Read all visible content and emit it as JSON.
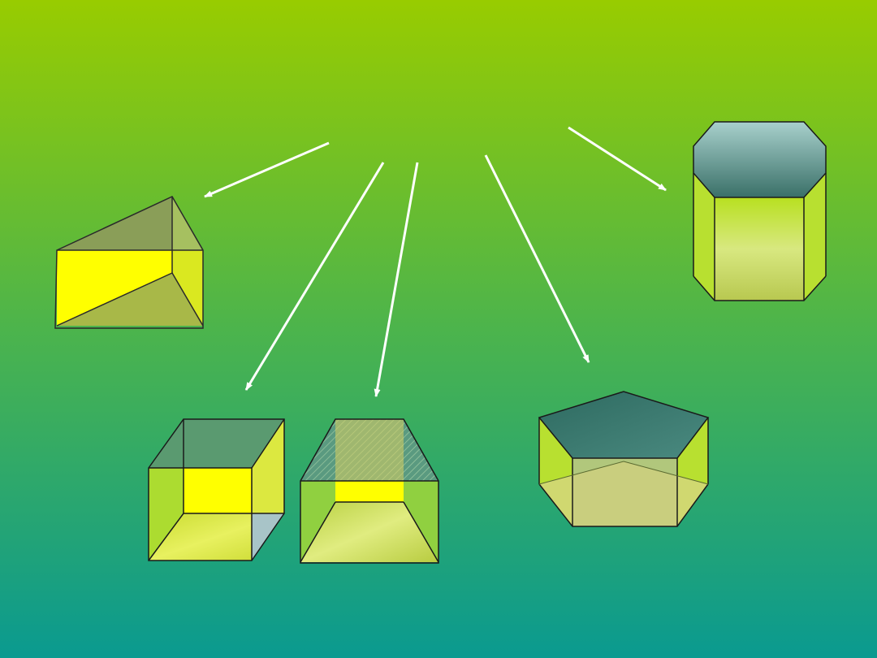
{
  "slide": {
    "background": {
      "top": "#98cc00",
      "middle": "#4cb44c",
      "bottom": "#0a9a90"
    },
    "arrow_color": "#ffffff",
    "shapes": [
      {
        "name": "triangular-prism",
        "fill": "#ffff00"
      },
      {
        "name": "cube",
        "fill": "#ffff00"
      },
      {
        "name": "trapezoidal-prism",
        "fill": "#ffff00"
      },
      {
        "name": "pentagonal-prism",
        "fill": "#c8d860"
      },
      {
        "name": "hexagonal-prism",
        "fill": "#c8e040"
      }
    ]
  }
}
